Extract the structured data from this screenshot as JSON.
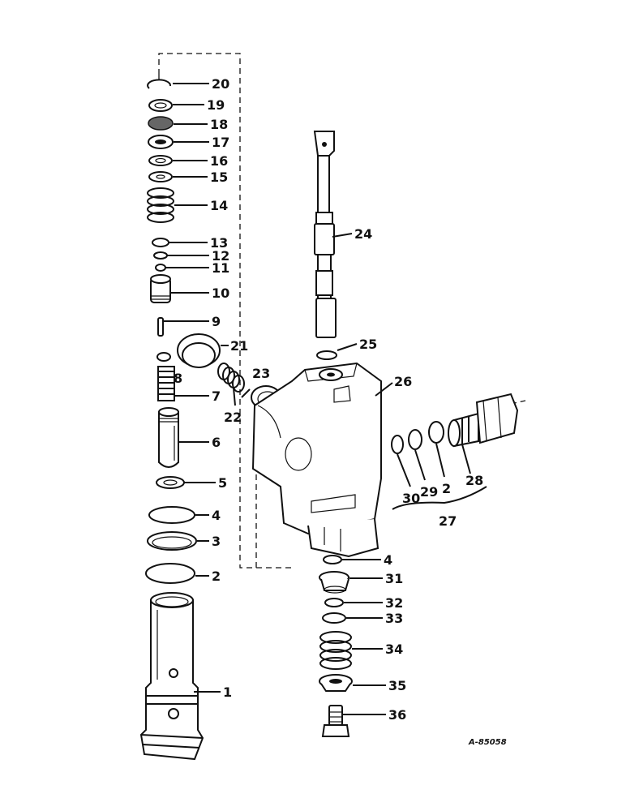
{
  "callouts": [
    "20",
    "19",
    "18",
    "17",
    "16",
    "15",
    "14",
    "13",
    "12",
    "11",
    "10",
    "9",
    "21",
    "8",
    "23",
    "7",
    "22",
    "26",
    "6",
    "24",
    "25",
    "5",
    "4",
    "3",
    "2",
    "1",
    "30",
    "29",
    "2",
    "28",
    "27",
    "4",
    "31",
    "32",
    "33",
    "34",
    "35",
    "36"
  ],
  "figure_code": "A-85058"
}
